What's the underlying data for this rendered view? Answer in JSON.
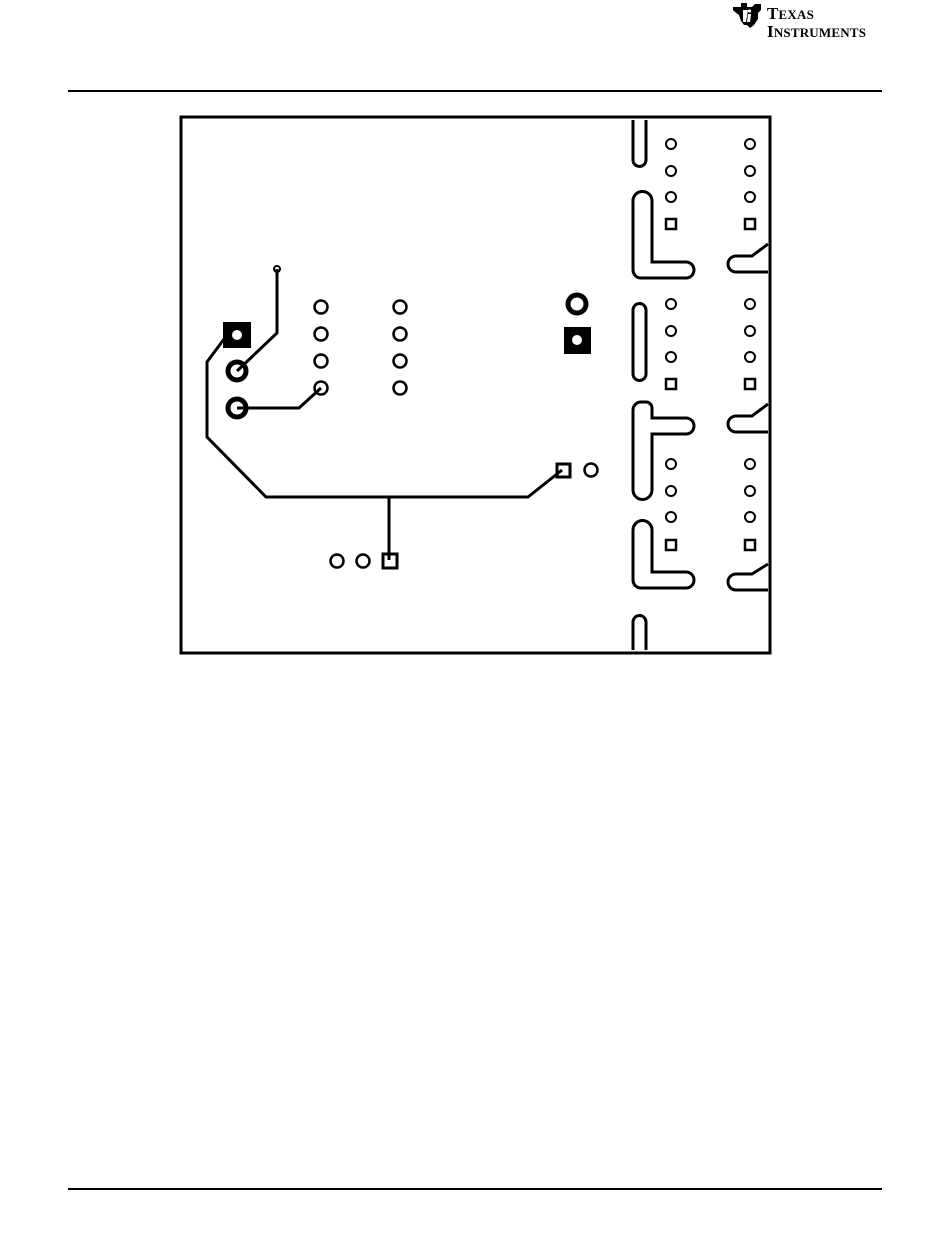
{
  "header": {
    "company_line1_initial": "T",
    "company_line1_rest": "EXAS",
    "company_line2_initial": "I",
    "company_line2_rest": "NSTRUMENTS",
    "logo_color": "#000000"
  },
  "figure": {
    "kind": "pcb-layout-bottom-layer",
    "stroke_color": "#000000",
    "background_color": "#ffffff"
  }
}
